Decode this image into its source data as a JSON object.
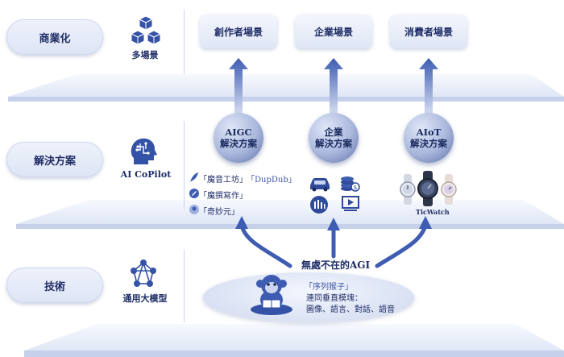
{
  "rows": {
    "commercial": {
      "label": "商業化",
      "icon_label": "多場景",
      "icon": "cubes-icon"
    },
    "solution": {
      "label": "解決方案",
      "icon_label": "AI CoPilot",
      "icon": "ai-head-icon"
    },
    "tech": {
      "label": "技術",
      "icon_label": "通用大模型",
      "icon": "network-icon"
    }
  },
  "scenes": [
    "創作者場景",
    "企業場景",
    "消費者場景"
  ],
  "solutions": [
    {
      "line1": "AIGC",
      "line2": "解決方案"
    },
    {
      "line1": "企業",
      "line2": "解決方案"
    },
    {
      "line1": "AIoT",
      "line2": "解決方案"
    }
  ],
  "aigc_products": {
    "p1": "「魔音工坊」",
    "p2": "「DupDub」",
    "p3": "「魔撰寫作」",
    "p4": "「奇妙元」"
  },
  "watch_brand": "TicWatch",
  "agi_title": "無處不在的AGI",
  "model": {
    "name": "「序列猴子」",
    "line2": "連同垂直模塊：",
    "line3": "圖像、語言、對話、語音"
  },
  "colors": {
    "accent": "#2f4a9a",
    "panel": "#e4e9f6",
    "text": "#1f2d66"
  }
}
